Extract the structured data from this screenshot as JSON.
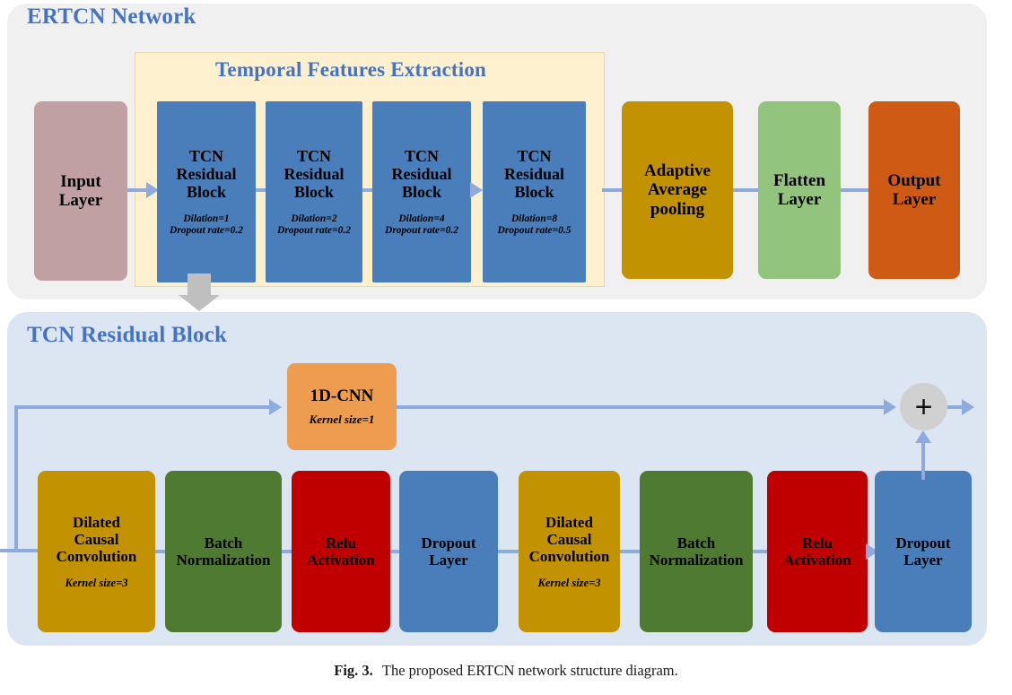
{
  "figure": {
    "caption_label": "Fig. 3.",
    "caption_text": "The proposed ERTCN network structure diagram."
  },
  "panels": {
    "top": {
      "title": "ERTCN Network",
      "bg": "#f0f0f0"
    },
    "bottom": {
      "title": "TCN Residual Block",
      "bg": "#dce6f2"
    },
    "temporal": {
      "title": "Temporal Features Extraction",
      "bg": "#fdf0cf"
    }
  },
  "colors": {
    "title_blue": "#4472c4",
    "connector_blue": "#8faadc",
    "tcn_blue": "#4a7ebb",
    "input_mauve": "#c1a0a4",
    "gold": "#c39200",
    "green_light": "#92c47d",
    "orange_dark": "#ce5a14",
    "orange_light": "#ed9c50",
    "green_dark": "#4e7a31",
    "red": "#c00000",
    "blue_mid": "#4a7ebb",
    "gray_arrow": "#bfbfbf",
    "sum_node": "#d0d0d0"
  },
  "top_flow": {
    "input_layer": {
      "label": "Input\nLayer",
      "line1": "Input",
      "line2": "Layer",
      "color": "#c1a0a4"
    },
    "tcn_blocks": [
      {
        "line1": "TCN",
        "line2": "Residual",
        "line3": "Block",
        "sub1": "Dilation=1",
        "sub2": "Dropout rate=0.2"
      },
      {
        "line1": "TCN",
        "line2": "Residual",
        "line3": "Block",
        "sub1": "Dilation=2",
        "sub2": "Dropout rate=0.2"
      },
      {
        "line1": "TCN",
        "line2": "Residual",
        "line3": "Block",
        "sub1": "Dilation=4",
        "sub2": "Dropout rate=0.2"
      },
      {
        "line1": "TCN",
        "line2": "Residual",
        "line3": "Block",
        "sub1": "Dilation=8",
        "sub2": "Dropout rate=0.5"
      }
    ],
    "pooling": {
      "line1": "Adaptive",
      "line2": "Average",
      "line3": "pooling",
      "color": "#c39200"
    },
    "flatten": {
      "line1": "Flatten",
      "line2": "Layer",
      "color": "#92c47d"
    },
    "output": {
      "line1": "Output",
      "line2": "Layer",
      "color": "#ce5a14"
    }
  },
  "residual_block": {
    "skip": {
      "line1": "1D-CNN",
      "sub1": "Kernel size=1",
      "color": "#ed9c50"
    },
    "sum": {
      "symbol": "+"
    },
    "main_path": [
      {
        "line1": "Dilated",
        "line2": "Causal",
        "line3": "Convolution",
        "sub1": "Kernel size=3",
        "color": "#c39200"
      },
      {
        "line1": "Batch",
        "line2": "Normalization",
        "sub1": "",
        "color": "#4e7a31"
      },
      {
        "line1": "Relu",
        "line2": "Activation",
        "sub1": "",
        "color": "#c00000"
      },
      {
        "line1": "Dropout",
        "line2": "Layer",
        "sub1": "",
        "color": "#4a7ebb"
      },
      {
        "line1": "Dilated",
        "line2": "Causal",
        "line3": "Convolution",
        "sub1": "Kernel size=3",
        "color": "#c39200"
      },
      {
        "line1": "Batch",
        "line2": "Normalization",
        "sub1": "",
        "color": "#4e7a31"
      },
      {
        "line1": "Relu",
        "line2": "Activation",
        "sub1": "",
        "color": "#c00000"
      },
      {
        "line1": "Dropout",
        "line2": "Layer",
        "sub1": "",
        "color": "#4a7ebb"
      }
    ]
  }
}
